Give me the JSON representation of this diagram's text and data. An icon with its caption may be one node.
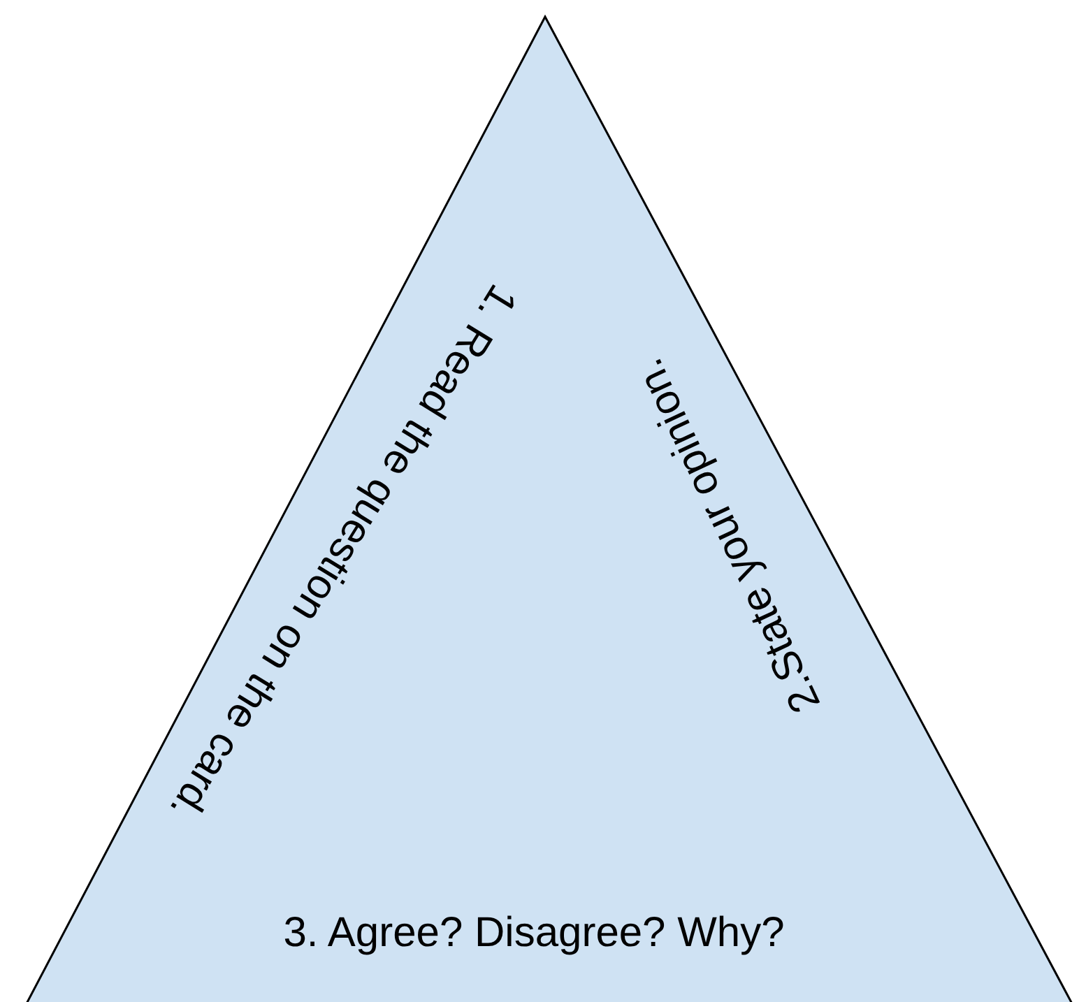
{
  "diagram": {
    "nodes": [
      {
        "text": [
          "1. Read the question on the card.",
          "2.State your opinion.",
          "3. Agree? Disagree? Why?"
        ]
      }
    ]
  }
}
